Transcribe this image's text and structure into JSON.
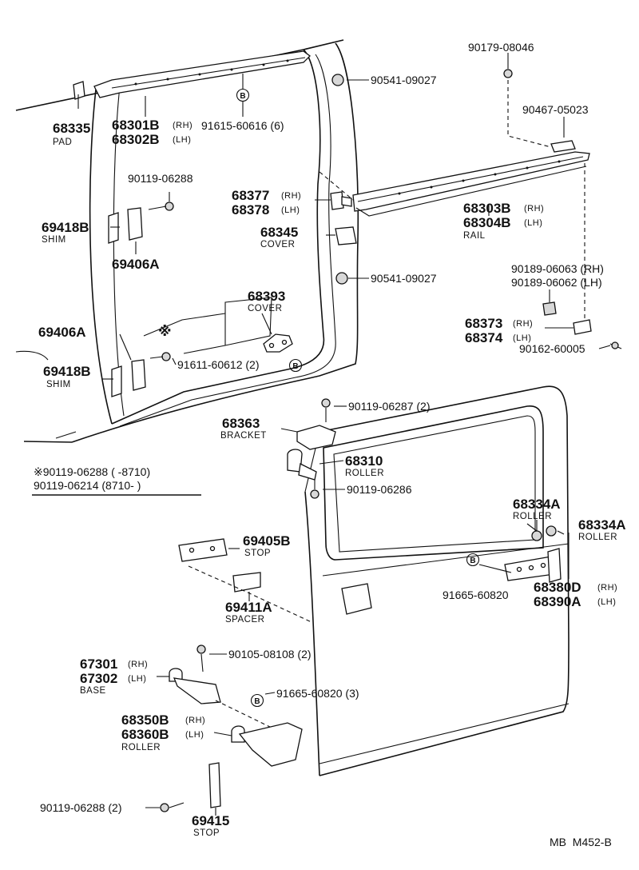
{
  "diagram_id": "MB  M452-B",
  "labels": {
    "l68335": "68335",
    "s68335": "PAD",
    "l68301": "68301B",
    "s68301": "(RH)",
    "l68302": "68302B",
    "s68302": "(LH)",
    "l91615": "91615-60616 (6)",
    "l90541a": "90541-09027",
    "l90179": "90179-08046",
    "l90467": "90467-05023",
    "l90119_06288a": "90119-06288",
    "l68377": "68377",
    "s68377": "(RH)",
    "l68378": "68378",
    "s68378": "(LH)",
    "l68303": "68303B",
    "s68303": "(RH)",
    "l68304": "68304B",
    "s68304": "(LH)",
    "sub68304": "RAIL",
    "l69418a": "69418B",
    "sub69418a": "SHIM",
    "l69406a": "69406A",
    "l68345": "68345",
    "sub68345": "COVER",
    "l90541b": "90541-09027",
    "l90189a": "90189-06063 (RH)",
    "l90189b": "90189-06062 (LH)",
    "l68393": "68393",
    "sub68393": "COVER",
    "l68373": "68373",
    "s68373": "(RH)",
    "l68374": "68374",
    "s68374": "(LH)",
    "l90162": "90162-60005",
    "l69406b": "69406A",
    "star": "※",
    "l91611": "91611-60612 (2)",
    "l69418b": "69418B",
    "sub69418b": "SHIM",
    "l90119_06287": "90119-06287 (2)",
    "l68363": "68363",
    "sub68363": "BRACKET",
    "l68310": "68310",
    "sub68310": "ROLLER",
    "note1": "※90119-06288 (        -8710)",
    "note2": "90119-06214 (8710-        )",
    "l90119_06286": "90119-06286",
    "l68334a": "68334A",
    "sub68334a": "ROLLER",
    "l68334b": "68334A",
    "sub68334b": "ROLLER",
    "l69405": "69405B",
    "sub69405": "STOP",
    "l91665a": "91665-60820",
    "l68380": "68380D",
    "s68380": "(RH)",
    "l68390": "68390A",
    "s68390": "(LH)",
    "l69411": "69411A",
    "sub69411": "SPACER",
    "l90105": "90105-08108 (2)",
    "l67301": "67301",
    "s67301": "(RH)",
    "l67302": "67302",
    "s67302": "(LH)",
    "sub67302": "BASE",
    "l91665b": "91665-60820 (3)",
    "l68350": "68350B",
    "s68350": "(RH)",
    "l68360": "68360B",
    "s68360": "(LH)",
    "sub68360": "ROLLER",
    "l90119_06288b": "90119-06288 (2)",
    "l69415": "69415",
    "sub69415": "STOP",
    "callout_b": "B"
  }
}
